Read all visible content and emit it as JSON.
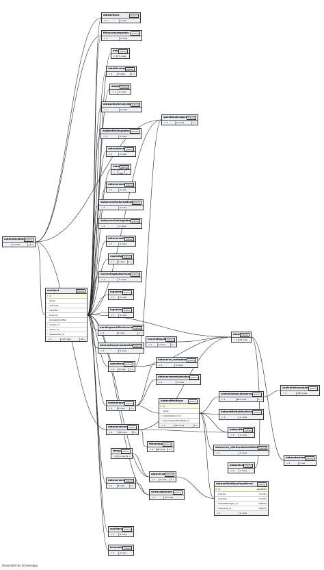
{
  "tables": [
    {
      "id": "datasetlock",
      "name": "datasetlock",
      "tag": "[table]",
      "footer": [
        "< 2",
        "1 row",
        ""
      ]
    },
    {
      "id": "fileaccessrequests",
      "name": "fileaccessrequests",
      "tag": "[table]",
      "footer": [
        "< 2",
        "0 rows",
        ""
      ]
    },
    {
      "id": "datafile",
      "name": "datafile",
      "tag": "[table]",
      "footer": [
        "< 2",
        "5 rows",
        ""
      ]
    },
    {
      "id": "datafilecategory",
      "name": "datafilecategory",
      "tag": "[table]",
      "footer": [
        "< 1",
        "2 rows",
        "1 >"
      ]
    },
    {
      "id": "datafiletag",
      "name": "datafiletag",
      "tag": "[table]",
      "footer": [
        "< 1",
        "0 rows",
        ""
      ]
    },
    {
      "id": "datasetexternalcitations",
      "name": "datasetexternalcitations",
      "tag": "[table]",
      "footer": [
        "< 1",
        "0 rows",
        ""
      ]
    },
    {
      "id": "guestbookresponse",
      "name": "guestbookresponse",
      "tag": "[table]",
      "footer": [
        "< 5",
        "14 rows",
        "2 >"
      ]
    },
    {
      "id": "datasetlinkingdataverse",
      "name": "datasetlinkingdataverse",
      "tag": "[table]",
      "footer": [
        "< 2",
        "0 rows",
        ""
      ]
    },
    {
      "id": "datasetmetrics",
      "name": "datasetmetrics",
      "tag": "[table]",
      "footer": [
        "< 1",
        "0 rows",
        ""
      ]
    },
    {
      "id": "datatable",
      "name": "datatable",
      "tag": "[table]",
      "footer": [
        "< 1",
        "0 rows",
        "1 >"
      ]
    },
    {
      "id": "dataverseconent",
      "name": "dataverseconent",
      "tag": "[table]",
      "footer": [
        "< 1",
        "0 rows",
        ""
      ]
    },
    {
      "id": "dataversefeatureddataverse",
      "name": "dataversefeatureddataverse",
      "tag": "[table]",
      "footer": [
        "< 2",
        "0 rows",
        ""
      ]
    },
    {
      "id": "dataverselinkingdataverse",
      "name": "dataverselinkingdataverse",
      "tag": "[table]",
      "footer": [
        "< 2",
        "0 rows",
        ""
      ]
    },
    {
      "id": "dataversetheme",
      "name": "dataversetheme",
      "tag": "[table]",
      "footer": [
        "< 1",
        "0 rows",
        ""
      ]
    },
    {
      "id": "explicitgroup",
      "name": "explicitgroup",
      "tag": "[table]",
      "footer": [
        "< 1",
        "0 rows",
        "4 >"
      ]
    },
    {
      "id": "harvestingdataverseconfig",
      "name": "harvestingdataverseconfig",
      "tag": "[table]",
      "footer": [
        "< 1",
        "0 rows",
        ""
      ]
    },
    {
      "id": "ingestreport",
      "name": "ingestreport",
      "tag": "[table]",
      "footer": [
        "< 1",
        "0 rows",
        ""
      ]
    },
    {
      "id": "ingestrequest",
      "name": "ingestrequest",
      "tag": "[table]",
      "footer": [
        "< 1",
        "0 rows",
        ""
      ]
    },
    {
      "id": "pendingworkflowinvocation",
      "name": "pendingworkflowinvocation",
      "tag": "[table]",
      "footer": [
        "< 2",
        "0 rows",
        "1 >"
      ]
    },
    {
      "id": "alternativepersistentidentifier",
      "name": "alternativepersistentidentifier",
      "tag": "[table]",
      "footer": [
        "< 1",
        "0 rows",
        ""
      ]
    },
    {
      "id": "guestbook",
      "name": "guestbook",
      "tag": "[table]",
      "footer": [
        "< 2",
        "2 rows",
        "1 >"
      ]
    },
    {
      "id": "authenticateduser",
      "name": "authenticateduser",
      "tag": "[table]",
      "footer": [
        "",
        "5 rows",
        "16 >"
      ]
    },
    {
      "id": "dvobject",
      "name": "dvobject",
      "tag": "[table]",
      "footer": [
        "< 3",
        "127 rows",
        "44 >"
      ],
      "columns": [
        {
          "sym": "#",
          "name": "id",
          "key": true
        },
        {
          "sym": "",
          "name": "dtype",
          "key": false
        },
        {
          "sym": "",
          "name": "authority",
          "key": false
        },
        {
          "sym": "",
          "name": "identifier",
          "key": false
        },
        {
          "sym": "",
          "name": "protocol",
          "key": false
        },
        {
          "sym": "",
          "name": "storageidentifier",
          "key": false
        },
        {
          "sym": "↗",
          "name": "creator_id",
          "key": false
        },
        {
          "sym": "↗",
          "name": "owner_id",
          "key": false
        },
        {
          "sym": "↗",
          "name": "releaseuser_id",
          "key": false
        }
      ]
    },
    {
      "id": "harvestingclient",
      "name": "harvestingclient",
      "tag": "[table]",
      "footer": [
        "< 1",
        "0 rows",
        "2 >"
      ]
    },
    {
      "id": "dataset",
      "name": "dataset",
      "tag": "[table]",
      "footer": [
        "< 7",
        "24 rows",
        ""
      ]
    },
    {
      "id": "dataverse_metadatablock",
      "name": "dataverse_metadatablock",
      "tag": "[table]",
      "footer": [
        "< 2",
        "0 rows",
        ""
      ]
    },
    {
      "id": "dataversemetadatablockfacet",
      "name": "dataversemetadatablockfacet",
      "tag": "[table]",
      "footer": [
        "< 2",
        "0 rows",
        ""
      ]
    },
    {
      "id": "metadatablock",
      "name": "metadatablock",
      "tag": "[table]",
      "footer": [
        "< 1",
        "6 rows",
        "3 >"
      ]
    },
    {
      "id": "datasetfieldtype",
      "name": "datasetfieldtype",
      "tag": "[table]",
      "footer": [
        "< 2",
        "158 rows",
        "9 >"
      ],
      "columns": [
        {
          "sym": "#",
          "name": "id",
          "key": true
        },
        {
          "sym": "",
          "name": "name",
          "key": false
        },
        {
          "sym": "↗",
          "name": "metadatablock_id",
          "key": false
        },
        {
          "sym": "↗",
          "name": "parentdatasetfieldtype_id",
          "key": false
        }
      ]
    },
    {
      "id": "controlledvocabularyvalue",
      "name": "controlledvocabularyvalue",
      "tag": "[table]",
      "footer": [
        "< 1",
        "820 rows",
        "3 >"
      ]
    },
    {
      "id": "controlledvocabalternate",
      "name": "controlledvocabalternate",
      "tag": "[table]",
      "footer": [
        "< 2",
        "808 rows",
        ""
      ]
    },
    {
      "id": "datasetfielddefaultvalue",
      "name": "datasetfielddefaultvalue",
      "tag": "[table]",
      "footer": [
        "< 3",
        "0 rows",
        ""
      ]
    },
    {
      "id": "dataverseversion",
      "name": "dataverseversion",
      "tag": "[table]",
      "footer": [
        "< 2",
        "96 rows",
        "5 >"
      ]
    },
    {
      "id": "datasetfield",
      "name": "datasetfield",
      "tag": "[table]",
      "footer": [
        "< 3",
        "0 rows",
        ""
      ]
    },
    {
      "id": "filemetadata",
      "name": "filemetadata",
      "tag": "[table]",
      "footer": [
        "< 2",
        "89 rows",
        "1 >"
      ]
    },
    {
      "id": "template",
      "name": "template",
      "tag": "[table]",
      "footer": [
        "< 2",
        "0 rows",
        "1 >"
      ]
    },
    {
      "id": "dataverse_citationdatasetfieldtypes",
      "name": "dataverse_citationdatasetfieldtypes",
      "tag": "[table]",
      "footer": [
        "< 2",
        "0 rows",
        ""
      ]
    },
    {
      "id": "datasetmetadatajects",
      "name": "datasetmetadatajects",
      "tag": "[table]",
      "footer": [
        "< 2",
        "1 row",
        ""
      ]
    },
    {
      "id": "datasetcol",
      "name": "datasetcol",
      "tag": "[table]",
      "footer": [
        "< 2",
        "4 rows",
        ""
      ]
    },
    {
      "id": "dataverse",
      "name": "dataverse",
      "tag": "[table]",
      "footer": [
        "< 1",
        "0 rows",
        "1 >"
      ]
    },
    {
      "id": "dataverserole",
      "name": "dataverserole",
      "tag": "[table]",
      "footer": [
        "< 1",
        "8 rows",
        "2 >"
      ]
    },
    {
      "id": "datasetfieldtypeinputlevel",
      "name": "datasetfieldtypeinputlevel",
      "tag": "[table]",
      "footer": [
        "< 2",
        "0 rows",
        ""
      ],
      "columns": [
        {
          "sym": "#",
          "name": "id",
          "type": "serial[10]",
          "key": true
        },
        {
          "sym": "",
          "name": "include",
          "type": "bool[1]",
          "key": false
        },
        {
          "sym": "",
          "name": "required",
          "type": "bool[1]",
          "key": false
        },
        {
          "sym": "↗",
          "name": "datasetfieldtype_id",
          "type": "int8[19]",
          "key": false
        },
        {
          "sym": "↗",
          "name": "dataverse_id",
          "type": "int8[19]",
          "key": false
        }
      ]
    },
    {
      "id": "roleassignment",
      "name": "roleassignment",
      "tag": "[table]",
      "footer": [
        "< 2",
        "30 rows",
        ""
      ]
    },
    {
      "id": "auxiliaryfile",
      "name": "auxiliaryfile",
      "tag": "[table]",
      "footer": [
        "< 1",
        "0 rows",
        ""
      ]
    },
    {
      "id": "termsofaccess",
      "name": "termsofaccess",
      "tag": "[table]",
      "footer": [
        "< 1",
        "0 rows",
        ""
      ]
    }
  ],
  "footer_note": "Generated by SchemaSpy"
}
